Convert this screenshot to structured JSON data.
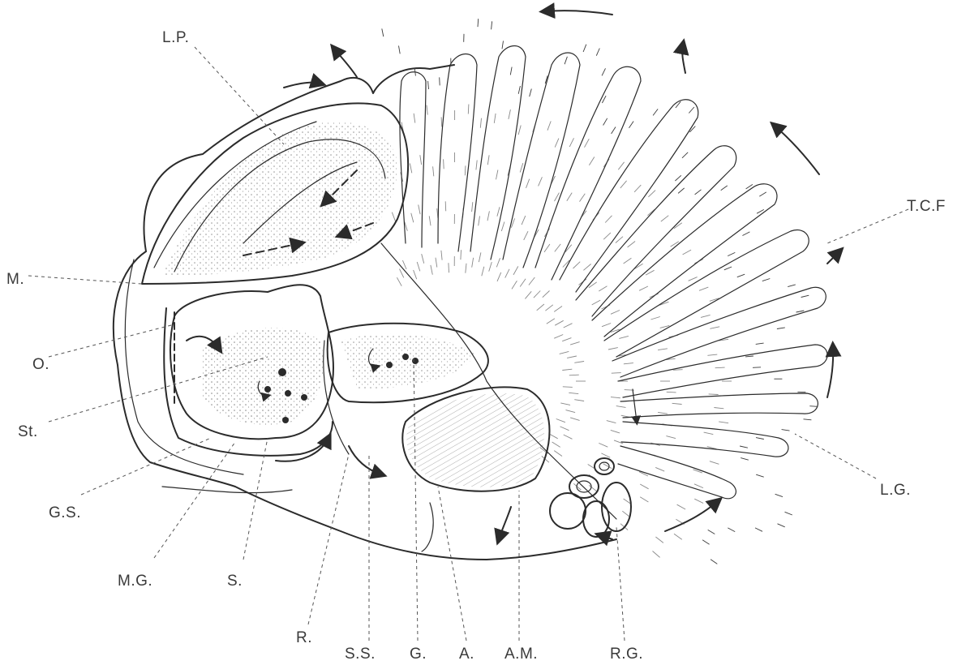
{
  "labels": {
    "lp": "L.P.",
    "tcf": "T.C.F",
    "m": "M.",
    "o": "O.",
    "st": "St.",
    "gs": "G.S.",
    "mg": "M.G.",
    "s": "S.",
    "r": "R.",
    "ss": "S.S.",
    "g": "G.",
    "a": "A.",
    "am": "A.M.",
    "rg": "R.G.",
    "lg": "L.G."
  }
}
